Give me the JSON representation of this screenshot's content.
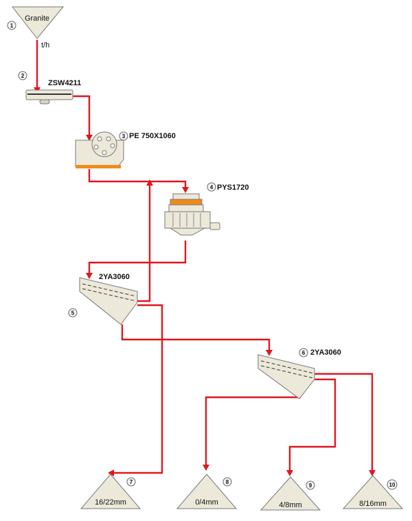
{
  "feed": {
    "material": "Granite",
    "rate_unit": "t/h"
  },
  "nodes": [
    {
      "id": 1,
      "label": "Granite"
    },
    {
      "id": 2,
      "label": "ZSW4211"
    },
    {
      "id": 3,
      "label": "PE 750X1060"
    },
    {
      "id": 4,
      "label": "PYS1720"
    },
    {
      "id": 5,
      "label": "2YA3060"
    },
    {
      "id": 6,
      "label": "2YA3060"
    },
    {
      "id": 7,
      "label": "16/22mm"
    },
    {
      "id": 8,
      "label": "0/4mm"
    },
    {
      "id": 9,
      "label": "4/8mm"
    },
    {
      "id": 10,
      "label": "8/16mm"
    }
  ],
  "numbers": [
    "1",
    "2",
    "3",
    "4",
    "5",
    "6",
    "7",
    "8",
    "9",
    "10"
  ],
  "colors": {
    "flow": "#e0161e",
    "equipment": "#ece9da",
    "accent": "#f08a1a"
  }
}
